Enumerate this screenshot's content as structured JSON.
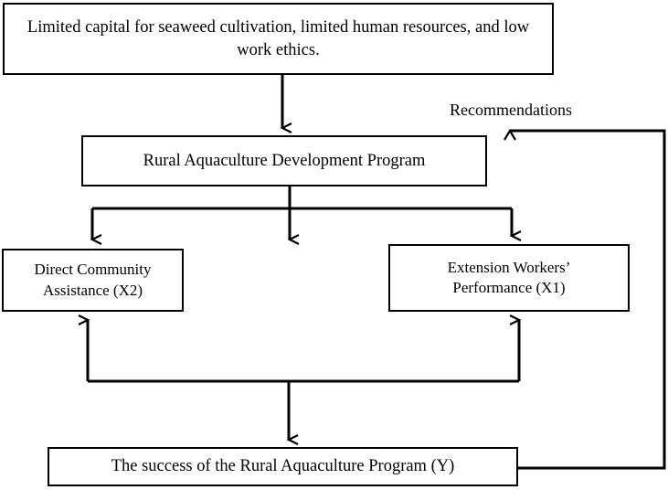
{
  "diagram": {
    "title": "Rural Aquaculture Development Program conceptual framework",
    "colors": {
      "stroke": "#000000",
      "fill": "#ffffff",
      "text": "#000000"
    },
    "nodes": {
      "problem": "Limited capital for seaweed cultivation, limited human resources, and low work ethics.",
      "program": "Rural Aquaculture Development Program",
      "direct_community_assistance": "Direct Community\nAssistance (X2)",
      "direct_community_assistance_line1": "Direct Community",
      "direct_community_assistance_line2": "Assistance (X2)",
      "extension_workers_performance_line1": "Extension Workers’",
      "extension_workers_performance_line2": "Performance (X1)",
      "success": "The success of the Rural Aquaculture Program (Y)"
    },
    "edge_labels": {
      "recommendations": "Recommendations"
    }
  }
}
